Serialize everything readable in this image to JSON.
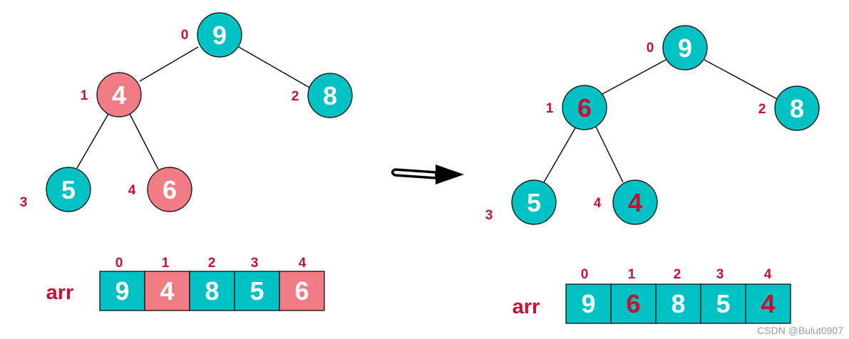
{
  "colors": {
    "teal": "#00c2c4",
    "pink": "#f07c86",
    "red_text": "#c8102e",
    "white_text": "#ffffff",
    "edge": "#000000",
    "index_label": "#c8102e",
    "arr_label": "#c8102e"
  },
  "left": {
    "nodes": [
      {
        "value": "9",
        "index": "0",
        "fill": "teal",
        "text": "white"
      },
      {
        "value": "4",
        "index": "1",
        "fill": "pink",
        "text": "white"
      },
      {
        "value": "8",
        "index": "2",
        "fill": "teal",
        "text": "white"
      },
      {
        "value": "5",
        "index": "3",
        "fill": "teal",
        "text": "white"
      },
      {
        "value": "6",
        "index": "4",
        "fill": "pink",
        "text": "white"
      }
    ],
    "array": {
      "label": "arr",
      "indices": [
        "0",
        "1",
        "2",
        "3",
        "4"
      ],
      "cells": [
        {
          "value": "9",
          "fill": "teal",
          "text": "white"
        },
        {
          "value": "4",
          "fill": "pink",
          "text": "white"
        },
        {
          "value": "8",
          "fill": "teal",
          "text": "white"
        },
        {
          "value": "5",
          "fill": "teal",
          "text": "white"
        },
        {
          "value": "6",
          "fill": "pink",
          "text": "white"
        }
      ]
    }
  },
  "right": {
    "nodes": [
      {
        "value": "9",
        "index": "0",
        "fill": "teal",
        "text": "white"
      },
      {
        "value": "6",
        "index": "1",
        "fill": "teal",
        "text": "red"
      },
      {
        "value": "8",
        "index": "2",
        "fill": "teal",
        "text": "white"
      },
      {
        "value": "5",
        "index": "3",
        "fill": "teal",
        "text": "white"
      },
      {
        "value": "4",
        "index": "4",
        "fill": "teal",
        "text": "red"
      }
    ],
    "array": {
      "label": "arr",
      "indices": [
        "0",
        "1",
        "2",
        "3",
        "4"
      ],
      "cells": [
        {
          "value": "9",
          "fill": "teal",
          "text": "white"
        },
        {
          "value": "6",
          "fill": "teal",
          "text": "red"
        },
        {
          "value": "8",
          "fill": "teal",
          "text": "white"
        },
        {
          "value": "5",
          "fill": "teal",
          "text": "white"
        },
        {
          "value": "4",
          "fill": "teal",
          "text": "red"
        }
      ]
    }
  },
  "watermark": "CSDN @Bulut0907"
}
